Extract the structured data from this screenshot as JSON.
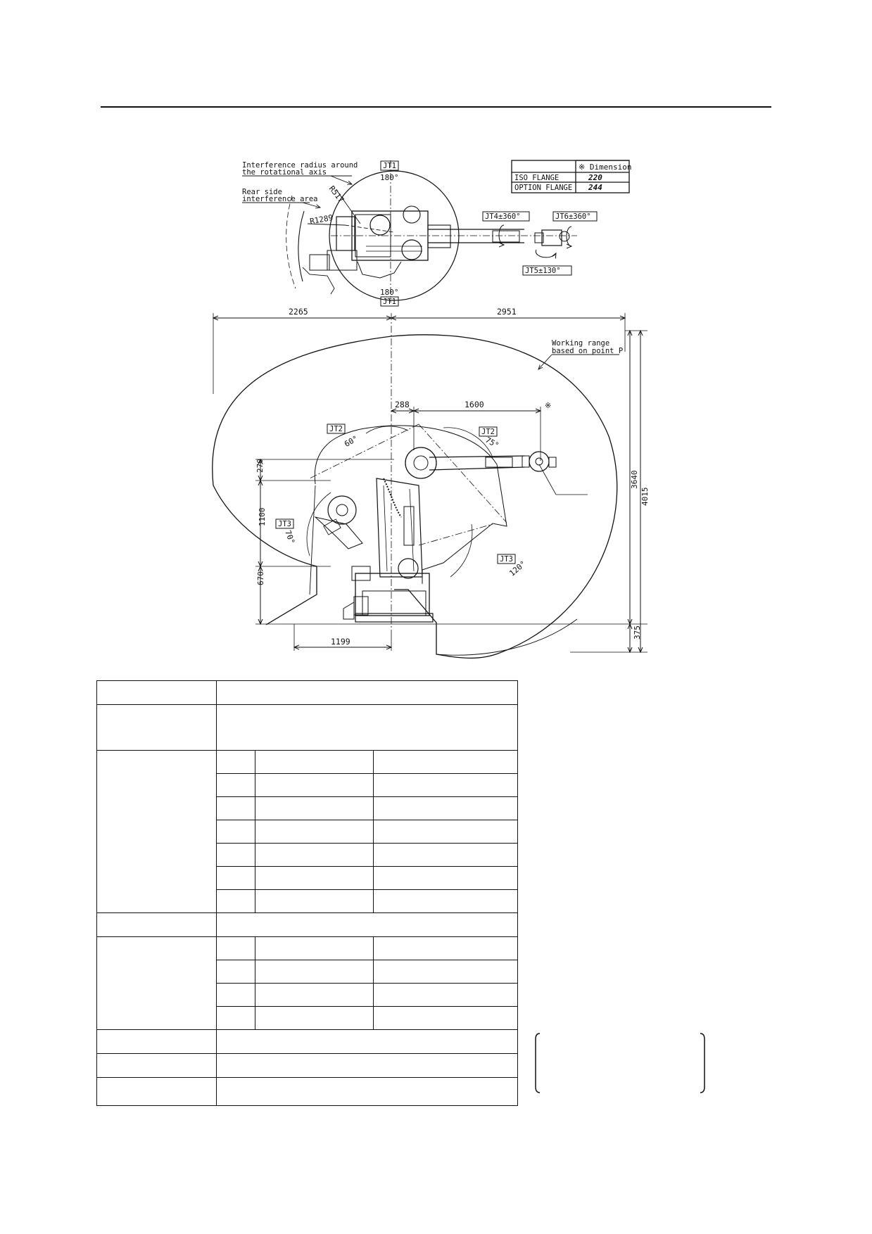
{
  "flange_table": {
    "header": "※ Dimension",
    "rows": [
      {
        "name": "ISO FLANGE",
        "value": "220"
      },
      {
        "name": "OPTION FLANGE",
        "value": "244"
      }
    ]
  },
  "top_view": {
    "interference_radius_label": [
      "Interference radius around",
      "the rotational axis"
    ],
    "rear_interference_label": [
      "Rear side",
      "interference area"
    ],
    "radius_1": "R517",
    "radius_2": "R1289",
    "jt1_top": {
      "tag": "JT1",
      "angle": "180°"
    },
    "jt1_bottom": {
      "tag": "JT1",
      "angle": "180°"
    },
    "jt4": "JT4±360°",
    "jt5": "JT5±130°",
    "jt6": "JT6±360°"
  },
  "side_view": {
    "dims": {
      "rear_reach": "2265",
      "front_reach": "2951",
      "offset": "288",
      "arm_length": "1600",
      "flange_mark": "※",
      "upper_height": "270",
      "arm_height": "1100",
      "base_height": "670",
      "total_height": "3640",
      "overall_height": "4015",
      "below_base": "375",
      "rear_base": "1199"
    },
    "working_range_label": [
      "Working range",
      "based on point P"
    ],
    "jt2_rear": {
      "tag": "JT2",
      "angle": "60°"
    },
    "jt2_front": {
      "tag": "JT2",
      "angle": "75°"
    },
    "jt3_rear": {
      "tag": "JT3",
      "angle": "70°"
    },
    "jt3_front": {
      "tag": "JT3",
      "angle": "120°"
    }
  }
}
